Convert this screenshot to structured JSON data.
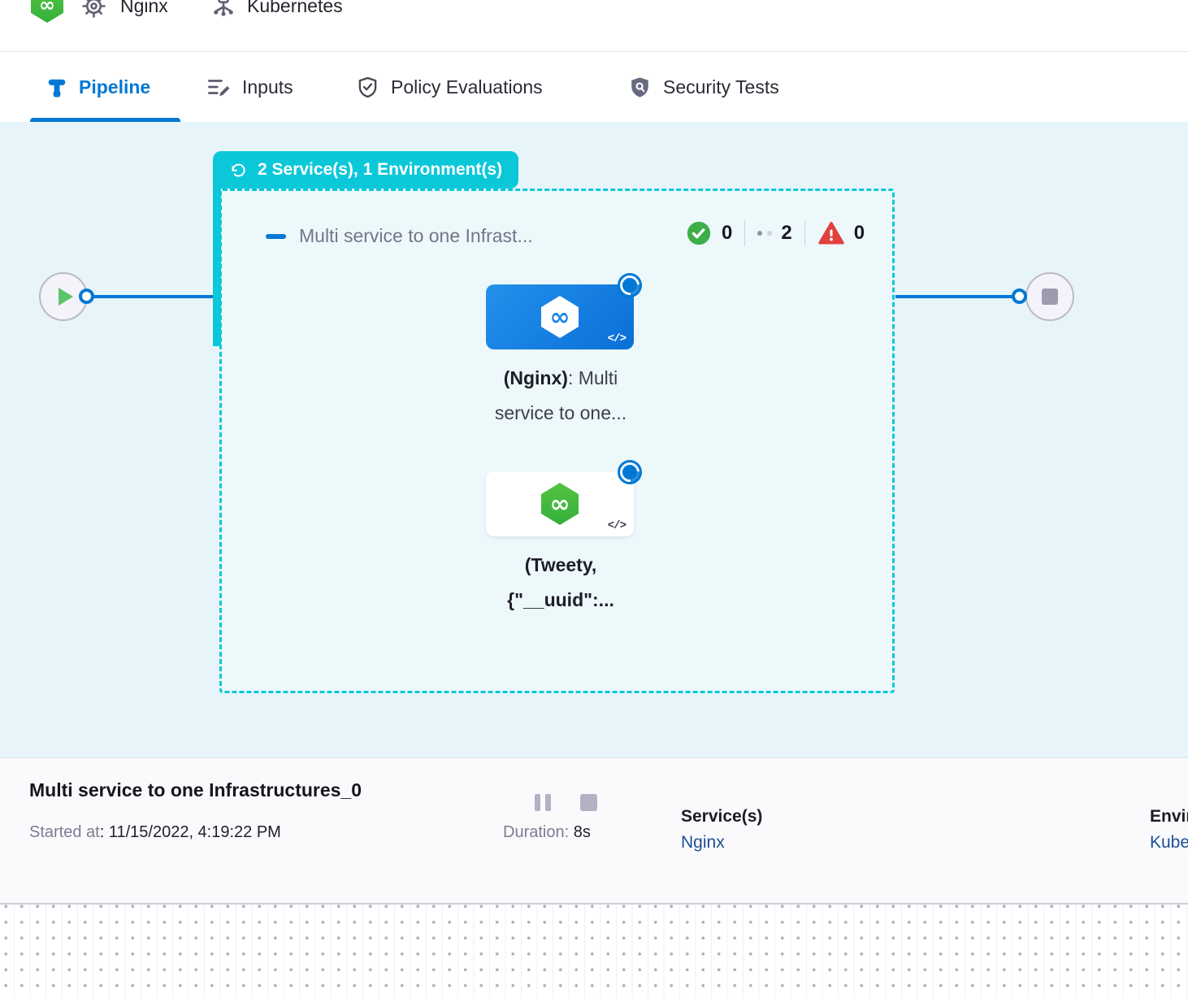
{
  "breadcrumb": {
    "items": [
      {
        "label": "Nginx"
      },
      {
        "label": "Kubernetes"
      }
    ]
  },
  "tabs": [
    {
      "label": "Pipeline",
      "active": true
    },
    {
      "label": "Inputs",
      "active": false
    },
    {
      "label": "Policy Evaluations",
      "active": false
    },
    {
      "label": "Security Tests",
      "active": false
    }
  ],
  "canvas": {
    "badge_label": "2 Service(s), 1 Environment(s)",
    "stage": {
      "title": "Multi service to one Infrast...",
      "counts": {
        "success": "0",
        "running": "2",
        "failed": "0"
      },
      "nodes": [
        {
          "label_bold": "(Nginx)",
          "label_rest": ": Multi",
          "label_line2": "service to one..."
        },
        {
          "label_line1": "(Tweety,",
          "label_line2": "{\"__uuid\":..."
        }
      ]
    }
  },
  "footer": {
    "title": "Multi service to one Infrastructures_0",
    "started_label": "Started at",
    "started_value": ": 11/15/2022, 4:19:22 PM",
    "duration_label": "Duration: ",
    "duration_value": "8s",
    "services_label": "Service(s)",
    "services_value": "Nginx",
    "env_label": "Environment(s)",
    "env_value": "Kubernetes"
  },
  "icons": {
    "code": "</>",
    "infinity": "∞"
  },
  "colors": {
    "teal": "#0bc8d9",
    "accent_blue": "#0278d5",
    "canvas_bg": "#e7f5fa",
    "success_green": "#3daf49",
    "error_red": "#e23f3f",
    "link_blue": "#1d4f93",
    "harness_green": "#42bb44"
  }
}
